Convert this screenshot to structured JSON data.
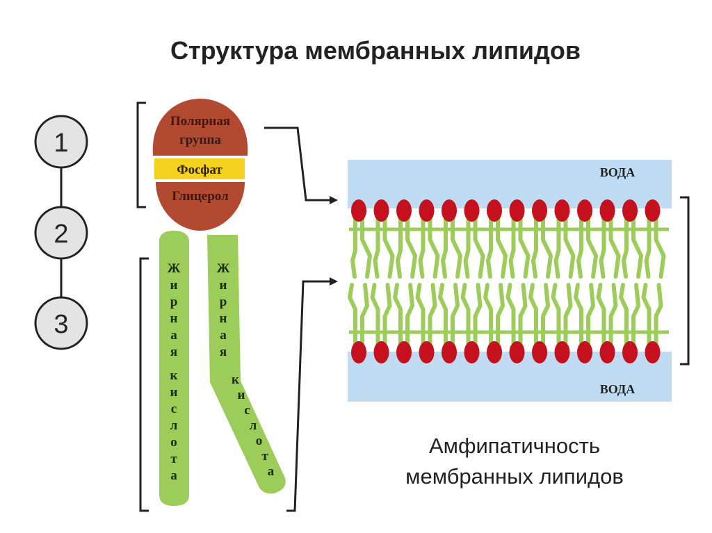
{
  "title": "Структура мембранных липидов",
  "numbers": [
    "1",
    "2",
    "3"
  ],
  "head": {
    "polar_line1": "Полярная",
    "polar_line2": "группа",
    "phosphate": "Фосфат",
    "glycerol": "Глицерол"
  },
  "tail_left_letters": [
    "Ж",
    "и",
    "р",
    "н",
    "а",
    "я",
    "к",
    "и",
    "с",
    "л",
    "о",
    "т",
    "а"
  ],
  "tail_right_letters": [
    "Ж",
    "и",
    "р",
    "н",
    "а",
    "я",
    "к",
    "и",
    "с",
    "л",
    "о",
    "т",
    "а"
  ],
  "membrane": {
    "water_top": "ВОДА",
    "water_bottom": "ВОДА"
  },
  "caption": {
    "line1": "Амфипатичность",
    "line2": "мембранных липидов"
  },
  "colors": {
    "polar": "#b24a32",
    "phosphate": "#f5d21e",
    "glycerol": "#b24a32",
    "tail": "#9ccc5a",
    "water": "#bfdcf3",
    "head_bead": "#c5101e"
  }
}
